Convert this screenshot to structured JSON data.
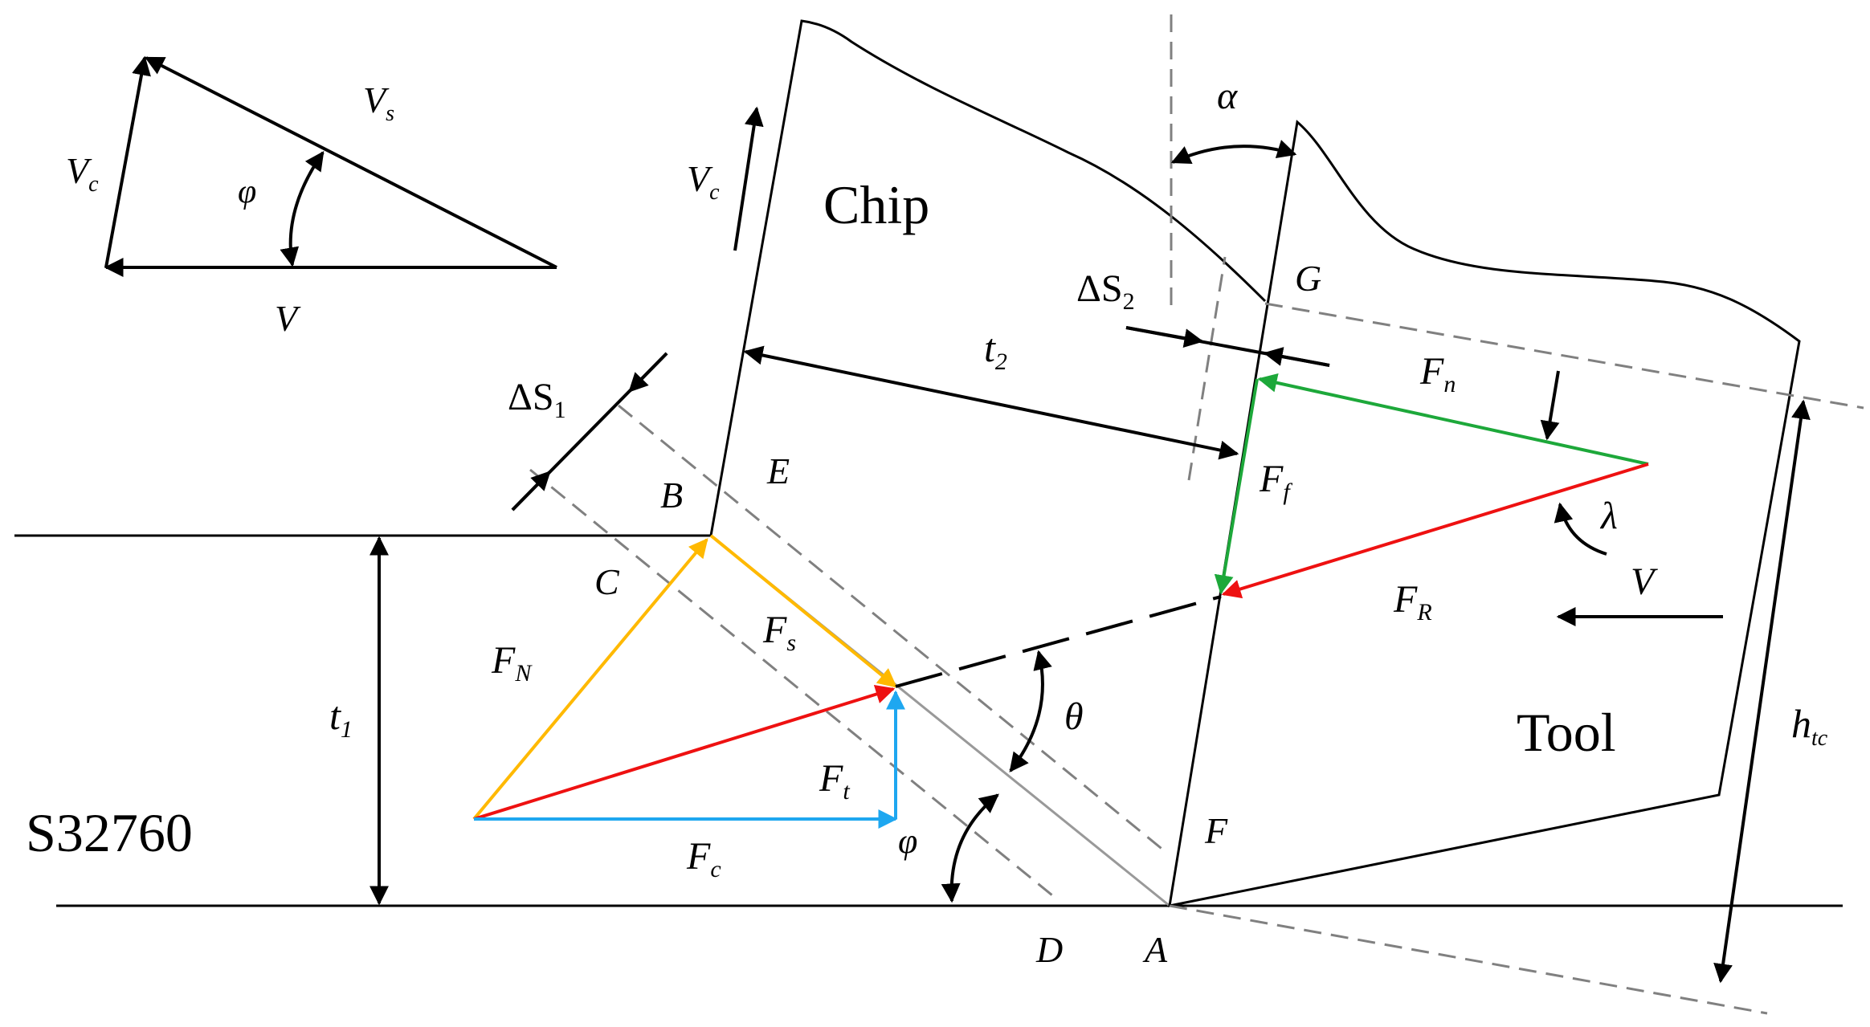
{
  "colors": {
    "black": "#000000",
    "dash": "#808080",
    "orange": "#FFB900",
    "red": "#EE1111",
    "blue": "#1EA7F0",
    "green": "#1DA83A"
  },
  "material_label": "S32760",
  "chip_label": "Chip",
  "tool_label": "Tool",
  "velocity_triangle": {
    "vc": {
      "main": "V",
      "sub": "c"
    },
    "vs": {
      "main": "V",
      "sub": "s"
    },
    "v": {
      "main": "V",
      "sub": ""
    },
    "angle": "φ"
  },
  "points": {
    "A": "A",
    "B": "B",
    "C": "C",
    "D": "D",
    "E": "E",
    "F": "F",
    "G": "G"
  },
  "dimensions": {
    "t1": {
      "main": "t",
      "sub": "1"
    },
    "t2": {
      "main": "t",
      "sub": "2"
    },
    "ds1": {
      "main": "ΔS",
      "sub": "1"
    },
    "ds2": {
      "main": "ΔS",
      "sub": "2"
    },
    "htc": {
      "main": "h",
      "sub": "tc"
    }
  },
  "chip_velocity": {
    "main": "V",
    "sub": "c"
  },
  "tool_velocity": {
    "main": "V",
    "sub": ""
  },
  "angles": {
    "alpha": "α",
    "lambda": "λ",
    "theta": "θ",
    "phi": "φ"
  },
  "forces": {
    "FN": {
      "main": "F",
      "sub": "N"
    },
    "Fs": {
      "main": "F",
      "sub": "s"
    },
    "Ft": {
      "main": "F",
      "sub": "t"
    },
    "Fc": {
      "main": "F",
      "sub": "c"
    },
    "Fn": {
      "main": "F",
      "sub": "n"
    },
    "Ff": {
      "main": "F",
      "sub": "f"
    },
    "FR": {
      "main": "F",
      "sub": "R"
    }
  }
}
